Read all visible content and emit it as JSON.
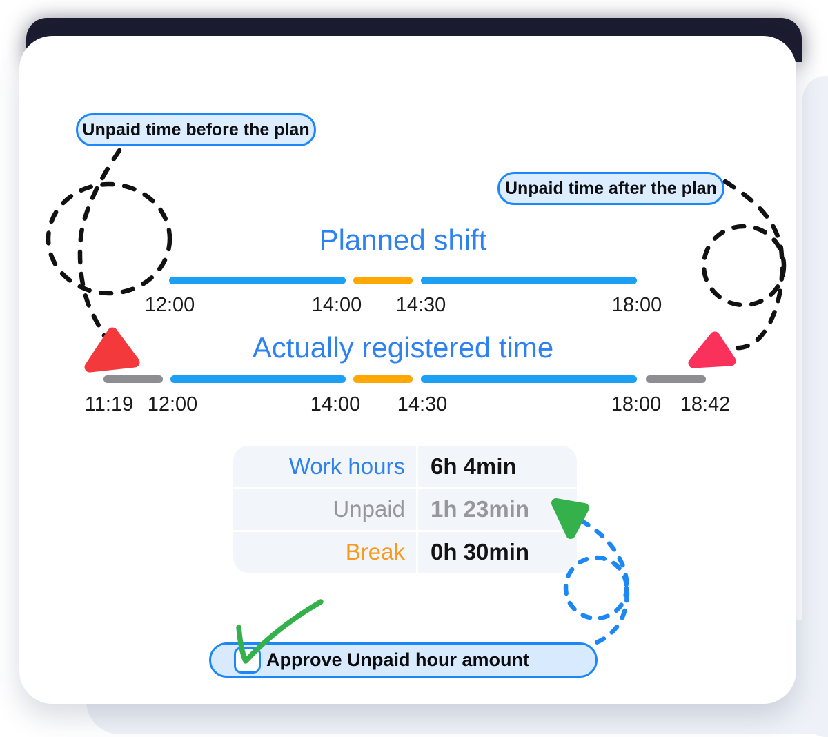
{
  "callouts": {
    "before": {
      "label": "Unpaid time before the plan"
    },
    "after": {
      "label": "Unpaid time after the plan"
    }
  },
  "planned_shift": {
    "title": "Planned shift",
    "tick_labels": [
      "12:00",
      "14:00",
      "14:30",
      "18:00"
    ],
    "segments": [
      {
        "type": "work",
        "from": "12:00",
        "to": "14:00"
      },
      {
        "type": "break",
        "from": "14:00",
        "to": "14:30"
      },
      {
        "type": "work",
        "from": "14:30",
        "to": "18:00"
      }
    ]
  },
  "registered_time": {
    "title": "Actually registered time",
    "tick_labels": [
      "11:19",
      "12:00",
      "14:00",
      "14:30",
      "18:00",
      "18:42"
    ],
    "segments": [
      {
        "type": "unpaid",
        "from": "11:19",
        "to": "12:00"
      },
      {
        "type": "work",
        "from": "12:00",
        "to": "14:00"
      },
      {
        "type": "break",
        "from": "14:00",
        "to": "14:30"
      },
      {
        "type": "work",
        "from": "14:30",
        "to": "18:00"
      },
      {
        "type": "unpaid",
        "from": "18:00",
        "to": "18:42"
      }
    ]
  },
  "summary": {
    "rows": [
      {
        "label": "Work hours",
        "value": "6h 4min",
        "kind": "work"
      },
      {
        "label": "Unpaid",
        "value": "1h 23min",
        "kind": "unpaid"
      },
      {
        "label": "Break",
        "value": "0h 30min",
        "kind": "break"
      }
    ]
  },
  "approve": {
    "label": "Approve Unpaid hour amount",
    "checked": true
  },
  "colors": {
    "accent_blue": "#1e87f6",
    "bar_blue": "#1ba0f4",
    "bar_orange": "#ffa702",
    "bar_gray": "#8d8d92",
    "title_blue": "#2e82f0",
    "break_orange": "#f79a1f",
    "unpaid_gray": "#96969b",
    "arrow_red": "#f4393c",
    "arrow_pink": "#f9315b",
    "arrow_green": "#35b14b",
    "navy": "#1b1c30",
    "callout_bg": "#dcedff",
    "approve_bg": "#d8eafe",
    "table_bg": "#f2f6fa",
    "back_card": "#eef2f8"
  }
}
